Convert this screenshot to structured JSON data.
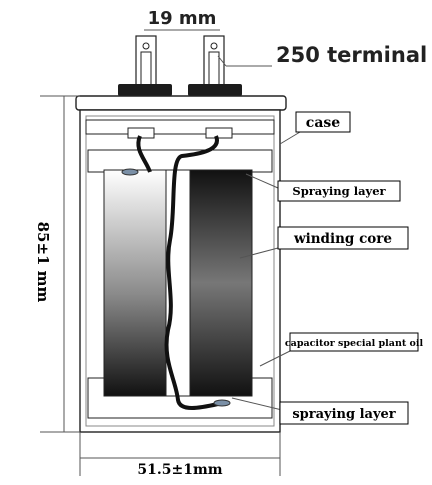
{
  "labels": {
    "terminal_spacing": "19 mm",
    "terminal": "250 terminal",
    "case": "case",
    "spraying_layer_top": "Spraying layer",
    "winding_core": "winding core",
    "plant_oil": "capacitor special plant oil",
    "spraying_layer_bottom": "spraying layer",
    "height": "85±1 mm",
    "width": "51.5±1mm"
  }
}
